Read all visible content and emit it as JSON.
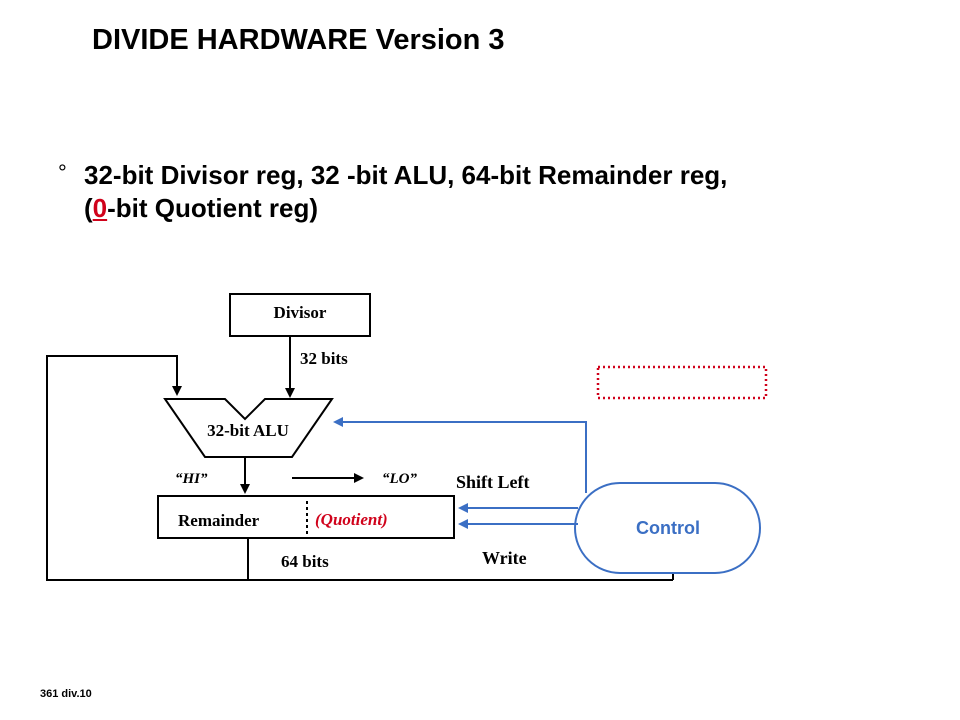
{
  "slide": {
    "title": "DIVIDE HARDWARE Version 3",
    "bullet_marker": "°",
    "bullet_line1": "32-bit Divisor reg, 32 -bit ALU, 64-bit Remainder reg,",
    "bullet_line2_open": "(",
    "bullet_line2_highlight": "0",
    "bullet_line2_rest": "-bit Quotient reg)",
    "footer": "361 div.10"
  },
  "diagram": {
    "divisor_label": "Divisor",
    "divisor_width": "32 bits",
    "alu_label": "32-bit ALU",
    "hi_label": "“HI”",
    "lo_label": "“LO”",
    "remainder_label": "Remainder",
    "quotient_label": "(Quotient)",
    "remainder_width": "64 bits",
    "shift_left_label": "Shift Left",
    "write_label": "Write",
    "control_label": "Control",
    "colors": {
      "line": "#000000",
      "control_wire": "#3b6fc4",
      "highlight": "#d0021b",
      "dotted_box": "#d0021b"
    }
  }
}
